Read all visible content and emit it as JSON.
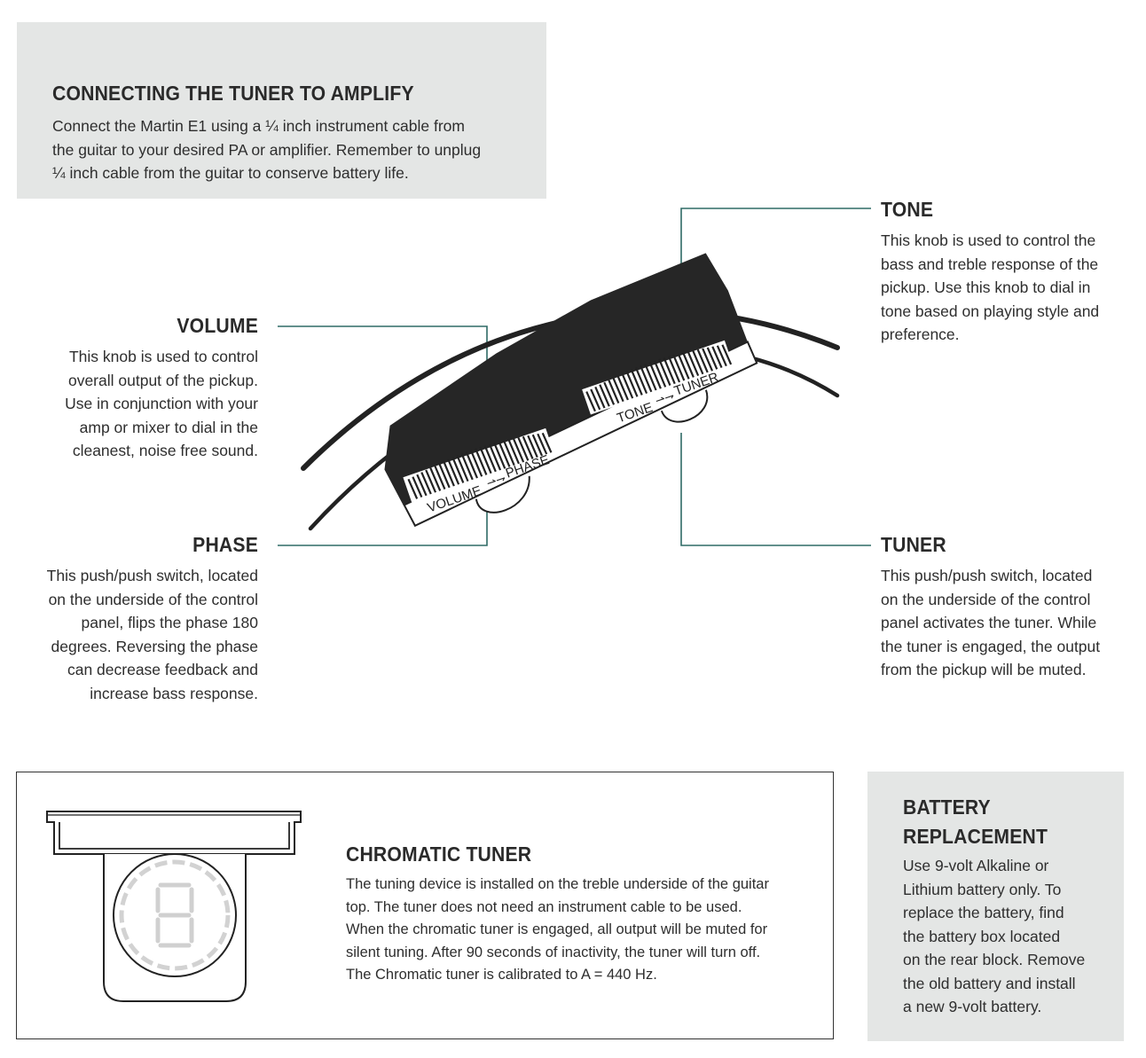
{
  "amplify": {
    "title": "CONNECTING THE TUNER TO AMPLIFY",
    "body": "Connect the Martin E1 using a ¼ inch instrument cable from\nthe guitar to your desired PA or amplifier. Remember to unplug\n¼ inch cable from the guitar to conserve battery life."
  },
  "tone": {
    "title": "TONE",
    "body": "This knob is used to control the\nbass and treble response of the\npickup. Use this knob to dial in\ntone based on playing style and\npreference."
  },
  "volume": {
    "title": "VOLUME",
    "body": "This knob is used to control\noverall output of the pickup.\nUse in conjunction with your\namp or mixer to dial in the\ncleanest, noise free sound."
  },
  "phase": {
    "title": "PHASE",
    "body": "This push/push switch, located\non the underside of the control\npanel, flips the phase 180\ndegrees.  Reversing the phase\ncan decrease feedback and\nincrease bass response."
  },
  "tuner": {
    "title": "TUNER",
    "body": "This push/push switch, located\non the underside of the control\npanel activates the tuner.  While\nthe tuner is engaged, the output\nfrom the pickup will be muted."
  },
  "panel": {
    "left_label": "VOLUME",
    "left_label2": "PHASE",
    "right_label": "TONE",
    "right_label2": "TUNER"
  },
  "chromatic": {
    "title": "CHROMATIC TUNER",
    "body": "The tuning device is installed on the treble underside of the guitar\ntop. The tuner does not need an instrument cable to be used.\nWhen the chromatic tuner is engaged, all output will be muted for\nsilent tuning. After 90 seconds of inactivity, the tuner will turn off.\nThe Chromatic tuner is calibrated to A = 440 Hz.",
    "display_digit": "8"
  },
  "battery": {
    "title": "BATTERY\nREPLACEMENT",
    "body": "Use 9-volt Alkaline or\nLithium battery only. To\nreplace the battery, find\nthe battery box located\non the rear block. Remove\nthe old battery and install\na new 9-volt battery."
  },
  "colors": {
    "panel_gray": "#e4e6e5",
    "leader_line": "#2f6b66",
    "ink": "#222222"
  }
}
